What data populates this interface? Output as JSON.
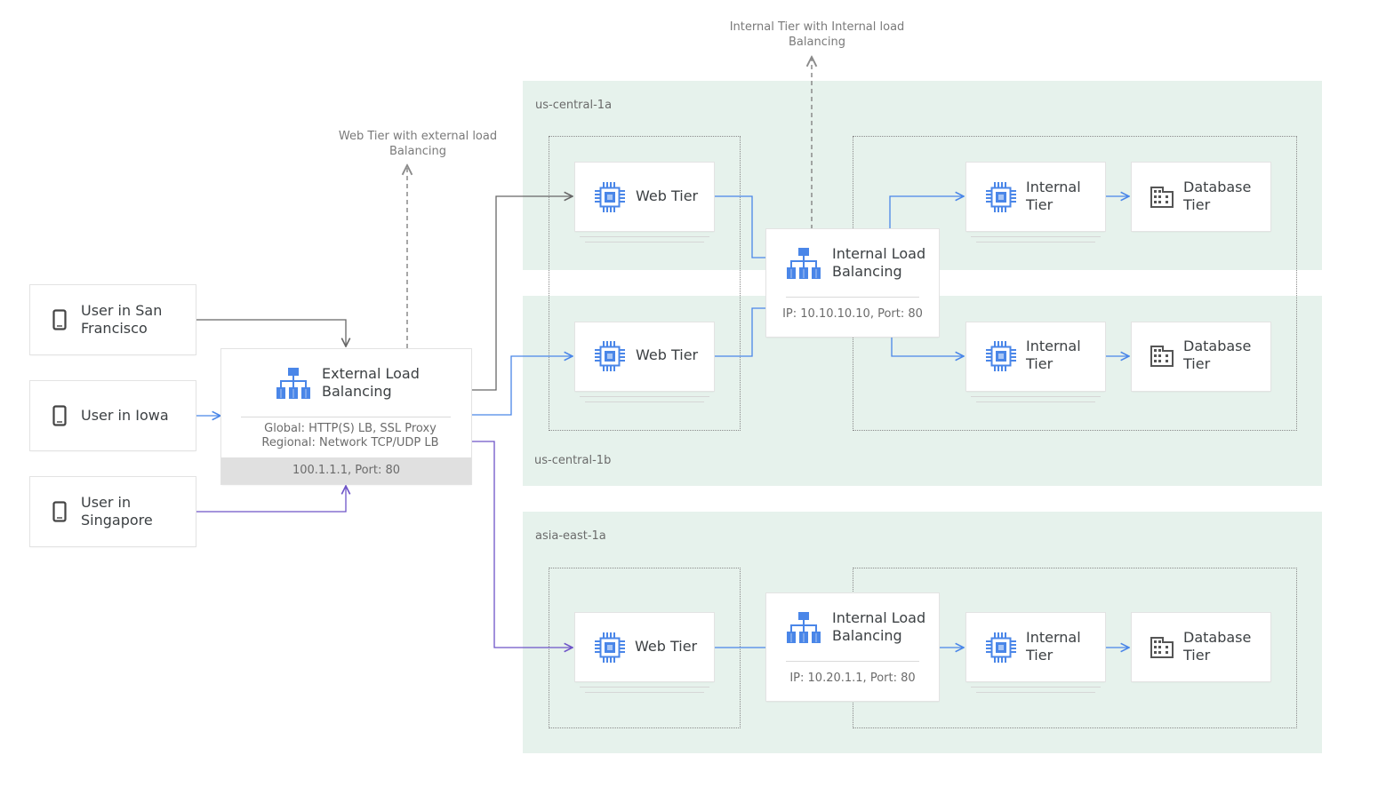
{
  "colors": {
    "zone_bg": "#e6f2ec",
    "gray_arrow": "#666666",
    "blue_arrow": "#4a86e8",
    "purple_arrow": "#6e54c8",
    "dashed_arrow": "#8a8a8a",
    "icon_blue": "#4a86e8"
  },
  "annotations": {
    "web_tier_external": "Web Tier with external load Balancing",
    "internal_tier_internal": "Internal Tier with Internal load Balancing"
  },
  "zones": {
    "us_central_1a": "us-central-1a",
    "us_central_1b": "us-central-1b",
    "asia_east_1a": "asia-east-1a"
  },
  "users": {
    "san_francisco": "User in San Francisco",
    "iowa": "User in Iowa",
    "singapore": "User in Singapore",
    "icon": "phone-icon"
  },
  "external_lb": {
    "title": "External Load Balancing",
    "global": "Global: HTTP(S) LB, SSL Proxy",
    "regional": "Regional: Network TCP/UDP LB",
    "ip": "100.1.1.1, Port: 80",
    "icon": "load-balancer-icon"
  },
  "internal_lb_us": {
    "title": "Internal Load Balancing",
    "ip": "IP: 10.10.10.10, Port: 80",
    "icon": "load-balancer-icon"
  },
  "internal_lb_asia": {
    "title": "Internal Load Balancing",
    "ip": "IP: 10.20.1.1, Port: 80",
    "icon": "load-balancer-icon"
  },
  "tiers": {
    "web": "Web Tier",
    "internal": "Internal Tier",
    "database": "Database Tier",
    "compute_icon": "compute-engine-icon",
    "database_icon": "building-icon"
  }
}
